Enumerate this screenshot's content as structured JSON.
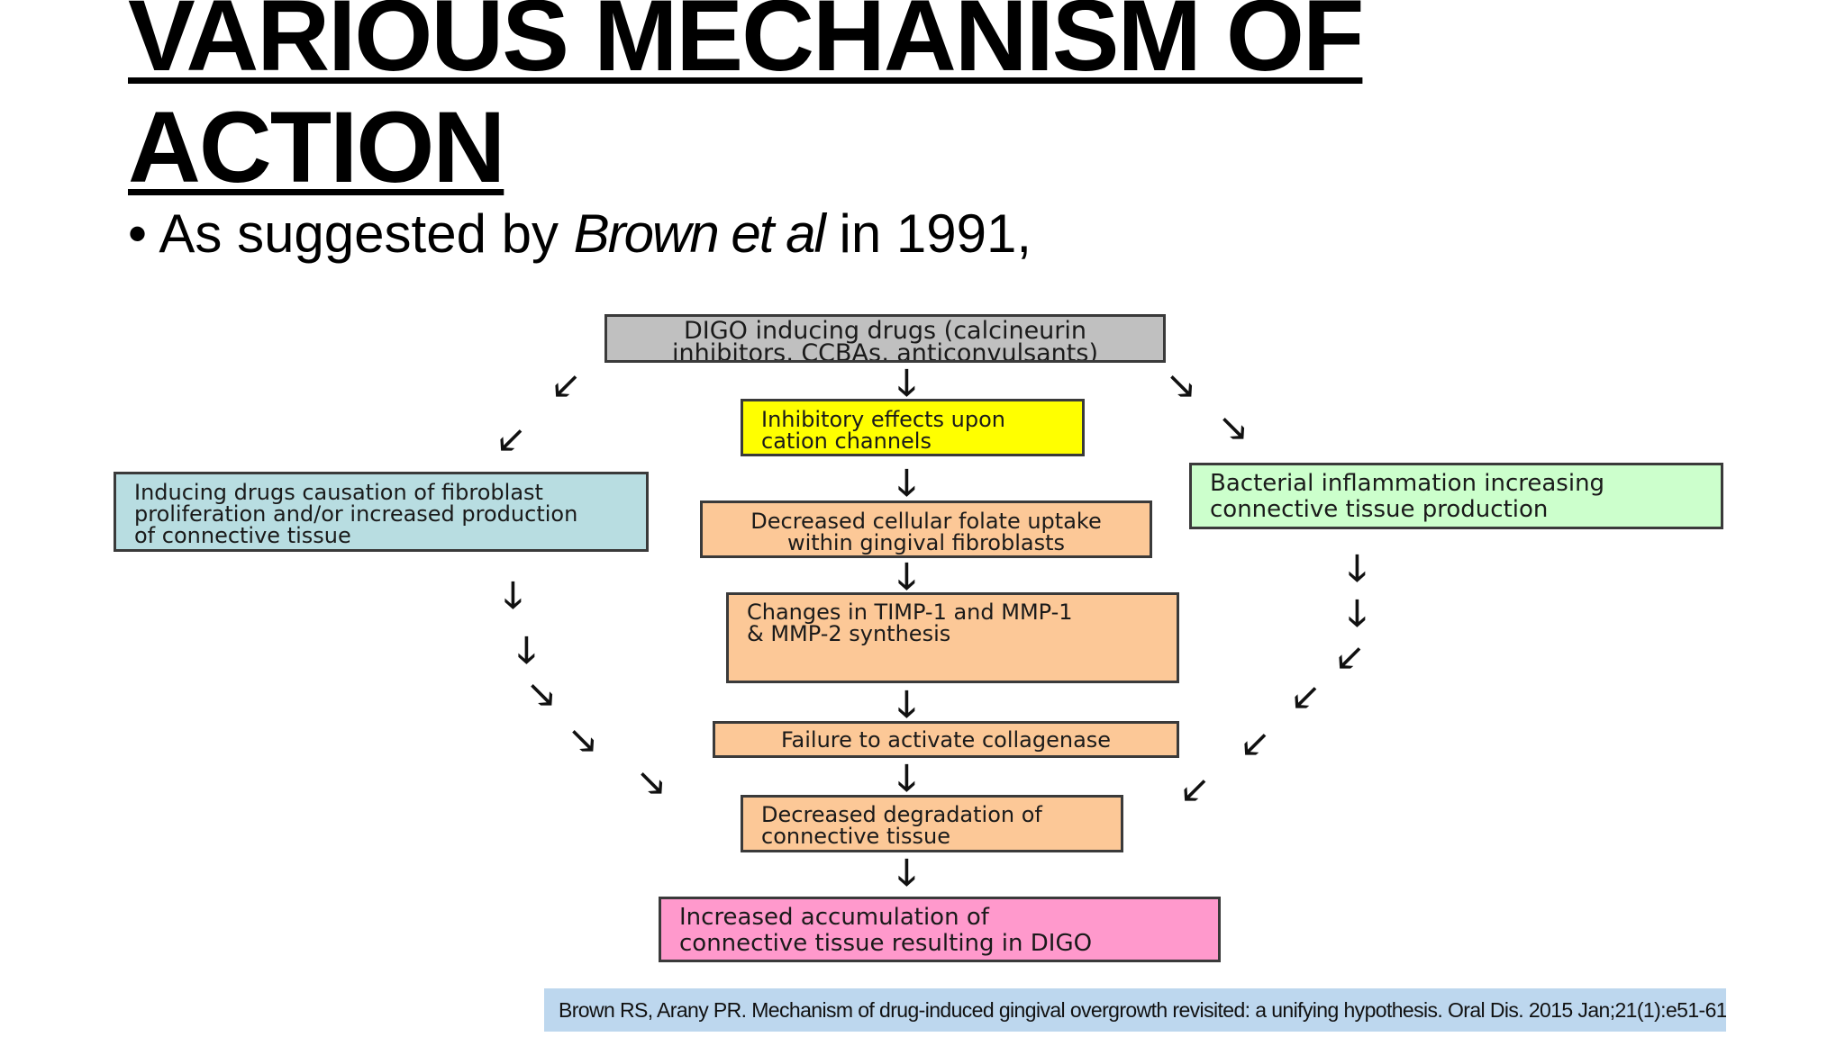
{
  "slide": {
    "title": "VARIOUS MECHANISM OF ACTION",
    "bullet": "•",
    "subtitle_pre": "As suggested by ",
    "subtitle_authors": "Brown et al",
    "subtitle_post": " in 1991,"
  },
  "diagram": {
    "boxes": {
      "drugs": {
        "text": "DIGO inducing drugs (calcineurin\ninhibitors, CCBAs, anticonvulsants)",
        "color": "#c0c0c0"
      },
      "cation": {
        "text": "Inhibitory effects upon\ncation channels",
        "color": "#ffff00"
      },
      "fibroblast": {
        "text": "Inducing drugs causation of fibroblast\nproliferation and/or increased production\nof connective tissue",
        "color": "#b8dde1"
      },
      "bacterial": {
        "text": "Bacterial inflammation increasing\nconnective tissue production",
        "color": "#ccffcc"
      },
      "folate": {
        "text": "Decreased cellular folate uptake\nwithin gingival fibroblasts",
        "color": "#fcc897"
      },
      "timp": {
        "text": "Changes in TIMP-1 and MMP-1\n& MMP-2 synthesis",
        "color": "#fcc897"
      },
      "collagenase": {
        "text": "Failure to activate collagenase",
        "color": "#fcc897"
      },
      "degradation": {
        "text": "Decreased degradation of\nconnective tissue",
        "color": "#fcc897"
      },
      "accumulation": {
        "text": "Increased accumulation of\nconnective tissue resulting in DIGO",
        "color": "#ff99cc"
      }
    },
    "arrow_glyphs": {
      "down": "🡓",
      "down_left": "🡗",
      "down_right": "🡖"
    }
  },
  "citation": "Brown RS, Arany PR. Mechanism of drug-induced gingival overgrowth revisited: a unifying hypothesis. Oral Dis. 2015 Jan;21(1):e51-61"
}
